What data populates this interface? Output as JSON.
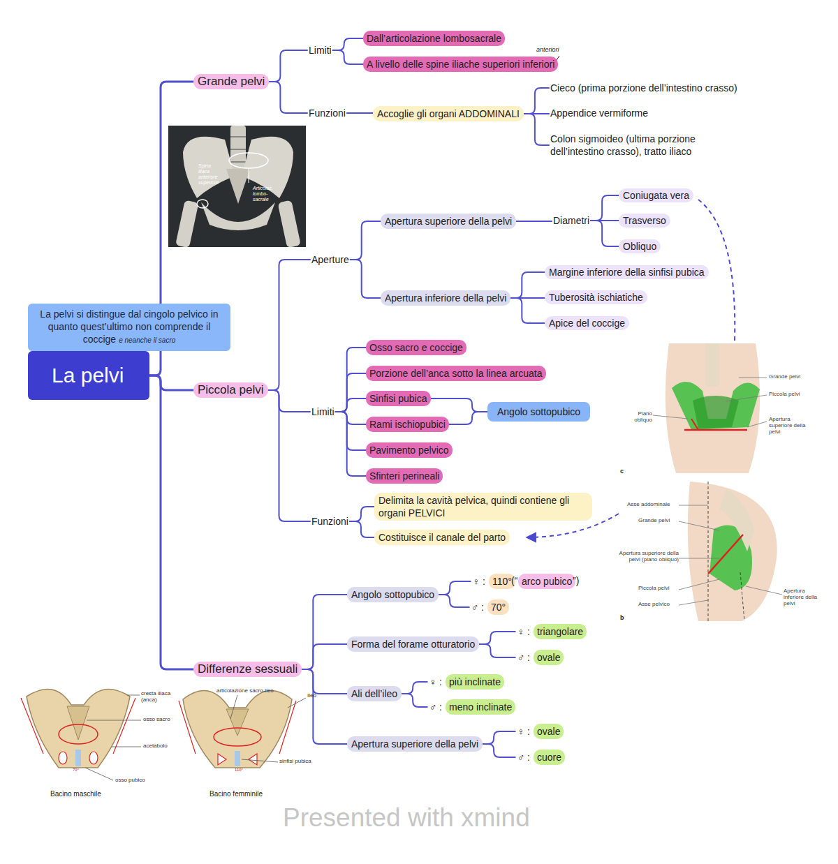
{
  "diagram": {
    "nodes": [
      {
        "text": [
          "La pelvi"
        ]
      },
      {
        "text": [
          "La pelvi si distingue dal cingolo pelvico in quanto quest’ultimo non comprende il coccige",
          "e neanche il sacro"
        ]
      },
      {
        "text": [
          "Grande pelvi"
        ]
      },
      {
        "text": [
          "Limiti"
        ]
      },
      {
        "text": [
          "Dall’articolazione lombosacrale"
        ]
      },
      {
        "text": [
          "A livello delle spine iliache superiori inferiori"
        ]
      },
      {
        "text": [
          "Funzioni"
        ]
      },
      {
        "text": [
          "Accoglie gli organi ADDOMINALI"
        ]
      },
      {
        "text": [
          "Cieco (prima porzione dell’intestino crasso)"
        ]
      },
      {
        "text": [
          "Appendice vermiforme"
        ]
      },
      {
        "text": [
          "Colon sigmoideo (ultima porzione dell’intestino crasso), tratto iliaco"
        ]
      },
      {
        "text": [
          "Piccola pelvi"
        ]
      },
      {
        "text": [
          "Aperture"
        ]
      },
      {
        "text": [
          "Apertura superiore della pelvi"
        ]
      },
      {
        "text": [
          "Diametri"
        ]
      },
      {
        "text": [
          "Coniugata vera"
        ]
      },
      {
        "text": [
          "Trasverso"
        ]
      },
      {
        "text": [
          "Obliquo"
        ]
      },
      {
        "text": [
          "Apertura inferiore della pelvi"
        ]
      },
      {
        "text": [
          "Margine inferiore della sinfisi pubica"
        ]
      },
      {
        "text": [
          "Tuberosità ischiatiche"
        ]
      },
      {
        "text": [
          "Apice del coccige"
        ]
      },
      {
        "text": [
          "Limiti"
        ]
      },
      {
        "text": [
          "Osso sacro e coccige"
        ]
      },
      {
        "text": [
          "Porzione dell’anca sotto la linea arcuata"
        ]
      },
      {
        "text": [
          "Sinfisi pubica"
        ]
      },
      {
        "text": [
          "Rami ischiopubici"
        ]
      },
      {
        "text": [
          "Pavimento pelvico"
        ]
      },
      {
        "text": [
          "Sfinteri perineali"
        ]
      },
      {
        "text": [
          "Angolo sottopubico"
        ]
      },
      {
        "text": [
          "Funzioni"
        ]
      },
      {
        "text": [
          "Delimita la cavità pelvica, quindi contiene gli organi PELVICI"
        ]
      },
      {
        "text": [
          "Costituisce il canale del parto"
        ]
      },
      {
        "text": [
          "Differenze sessuali"
        ]
      },
      {
        "text": [
          "Angolo sottopubico"
        ]
      },
      {
        "text": [
          "♀ :",
          "110°"
        ]
      },
      {
        "text": [
          "arco pubico"
        ]
      },
      {
        "text": [
          "♂ :",
          "70°"
        ]
      },
      {
        "text": [
          "Forma del forame otturatorio"
        ]
      },
      {
        "text": [
          "♀ :",
          "triangolare"
        ]
      },
      {
        "text": [
          "♂ :",
          "ovale"
        ]
      },
      {
        "text": [
          "Ali dell’ileo"
        ]
      },
      {
        "text": [
          "♀ :",
          "più inclinate"
        ]
      },
      {
        "text": [
          "♂ :",
          "meno inclinate"
        ]
      },
      {
        "text": [
          "Apertura superiore della pelvi"
        ]
      },
      {
        "text": [
          "♀ :",
          "ovale"
        ]
      },
      {
        "text": [
          "♂ :",
          "cuore"
        ]
      }
    ],
    "edges": [
      {
        "from": 0,
        "to": 2,
        "arrow": "none"
      },
      {
        "from": 0,
        "to": 11,
        "arrow": "none"
      },
      {
        "from": 0,
        "to": 33,
        "arrow": "none"
      },
      {
        "from": 2,
        "to": 3,
        "arrow": "none"
      },
      {
        "from": 3,
        "to": 4,
        "arrow": "none"
      },
      {
        "from": 3,
        "to": 5,
        "arrow": "none"
      },
      {
        "from": 2,
        "to": 6,
        "arrow": "none"
      },
      {
        "from": 6,
        "to": 7,
        "arrow": "none"
      },
      {
        "from": 7,
        "to": 8,
        "arrow": "none"
      },
      {
        "from": 7,
        "to": 9,
        "arrow": "none"
      },
      {
        "from": 7,
        "to": 10,
        "arrow": "none"
      },
      {
        "from": 11,
        "to": 12,
        "arrow": "none"
      },
      {
        "from": 12,
        "to": 13,
        "arrow": "none"
      },
      {
        "from": 13,
        "to": 14,
        "arrow": "none"
      },
      {
        "from": 14,
        "to": 15,
        "arrow": "none"
      },
      {
        "from": 14,
        "to": 16,
        "arrow": "none"
      },
      {
        "from": 14,
        "to": 17,
        "arrow": "none"
      },
      {
        "from": 12,
        "to": 18,
        "arrow": "none"
      },
      {
        "from": 18,
        "to": 19,
        "arrow": "none"
      },
      {
        "from": 18,
        "to": 20,
        "arrow": "none"
      },
      {
        "from": 18,
        "to": 21,
        "arrow": "none"
      },
      {
        "from": 11,
        "to": 22,
        "arrow": "none"
      },
      {
        "from": 22,
        "to": 23,
        "arrow": "none"
      },
      {
        "from": 22,
        "to": 24,
        "arrow": "none"
      },
      {
        "from": 22,
        "to": 25,
        "arrow": "none"
      },
      {
        "from": 22,
        "to": 26,
        "arrow": "none"
      },
      {
        "from": 22,
        "to": 27,
        "arrow": "none"
      },
      {
        "from": 22,
        "to": 28,
        "arrow": "none"
      },
      {
        "from": 25,
        "to": 29,
        "arrow": "none"
      },
      {
        "from": 26,
        "to": 29,
        "arrow": "none"
      },
      {
        "from": 11,
        "to": 30,
        "arrow": "none"
      },
      {
        "from": 30,
        "to": 31,
        "arrow": "none"
      },
      {
        "from": 30,
        "to": 32,
        "arrow": "none"
      },
      {
        "from": 33,
        "to": 34,
        "arrow": "none"
      },
      {
        "from": 34,
        "to": 35,
        "arrow": "none"
      },
      {
        "from": 34,
        "to": 37,
        "arrow": "none"
      },
      {
        "from": 33,
        "to": 38,
        "arrow": "none"
      },
      {
        "from": 38,
        "to": 39,
        "arrow": "none"
      },
      {
        "from": 38,
        "to": 40,
        "arrow": "none"
      },
      {
        "from": 33,
        "to": 41,
        "arrow": "none"
      },
      {
        "from": 41,
        "to": 42,
        "arrow": "none"
      },
      {
        "from": 41,
        "to": 43,
        "arrow": "none"
      },
      {
        "from": 33,
        "to": 44,
        "arrow": "none"
      },
      {
        "from": 44,
        "to": 45,
        "arrow": "none"
      },
      {
        "from": 44,
        "to": 46,
        "arrow": "none"
      }
    ],
    "labels": [
      "anteriori",
      "Spina iliaca anteriore superiore",
      "Articolaz. lombo-sacrale",
      "Grande pelvi",
      "Piccola pelvi",
      "Piano obliquo",
      "Apertura superiore della pelvi",
      "c",
      "Asse addominale",
      "Grande pelvi",
      "Apertura superiore della pelvi (piano obliquo)",
      "Piccola pelvi",
      "Asse pelvico",
      "Apertura inferiore della pelvi",
      "b",
      "cresta iliaca (anca)",
      "osso sacro",
      "acetabolo",
      "osso pubico",
      "70°",
      "Bacino maschile",
      "articolazione sacro-ileo",
      "Ileo",
      "sinfisi pubica",
      "110°",
      "Bacino femminile",
      "(“",
      "”)",
      "Presented with xmind"
    ]
  }
}
